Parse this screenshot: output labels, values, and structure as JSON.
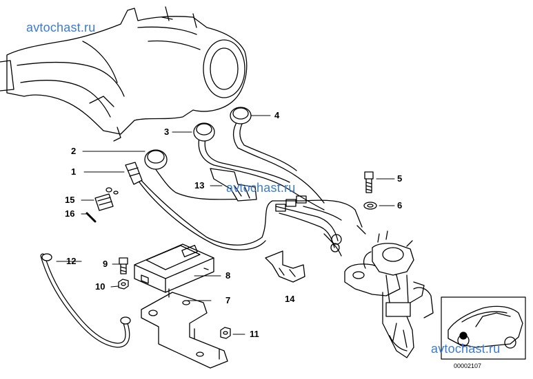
{
  "watermarks": [
    "avtochast.ru",
    "avtochast.ru",
    "avtochast.ru"
  ],
  "callouts": {
    "p1": "1",
    "p2": "2",
    "p3": "3",
    "p4": "4",
    "p5": "5",
    "p6": "6",
    "p7": "7",
    "p8": "8",
    "p9": "9",
    "p10": "10",
    "p11": "11",
    "p12": "12",
    "p13": "13",
    "p14": "14",
    "p15": "15",
    "p16": "16"
  },
  "reference_number": "00002107"
}
